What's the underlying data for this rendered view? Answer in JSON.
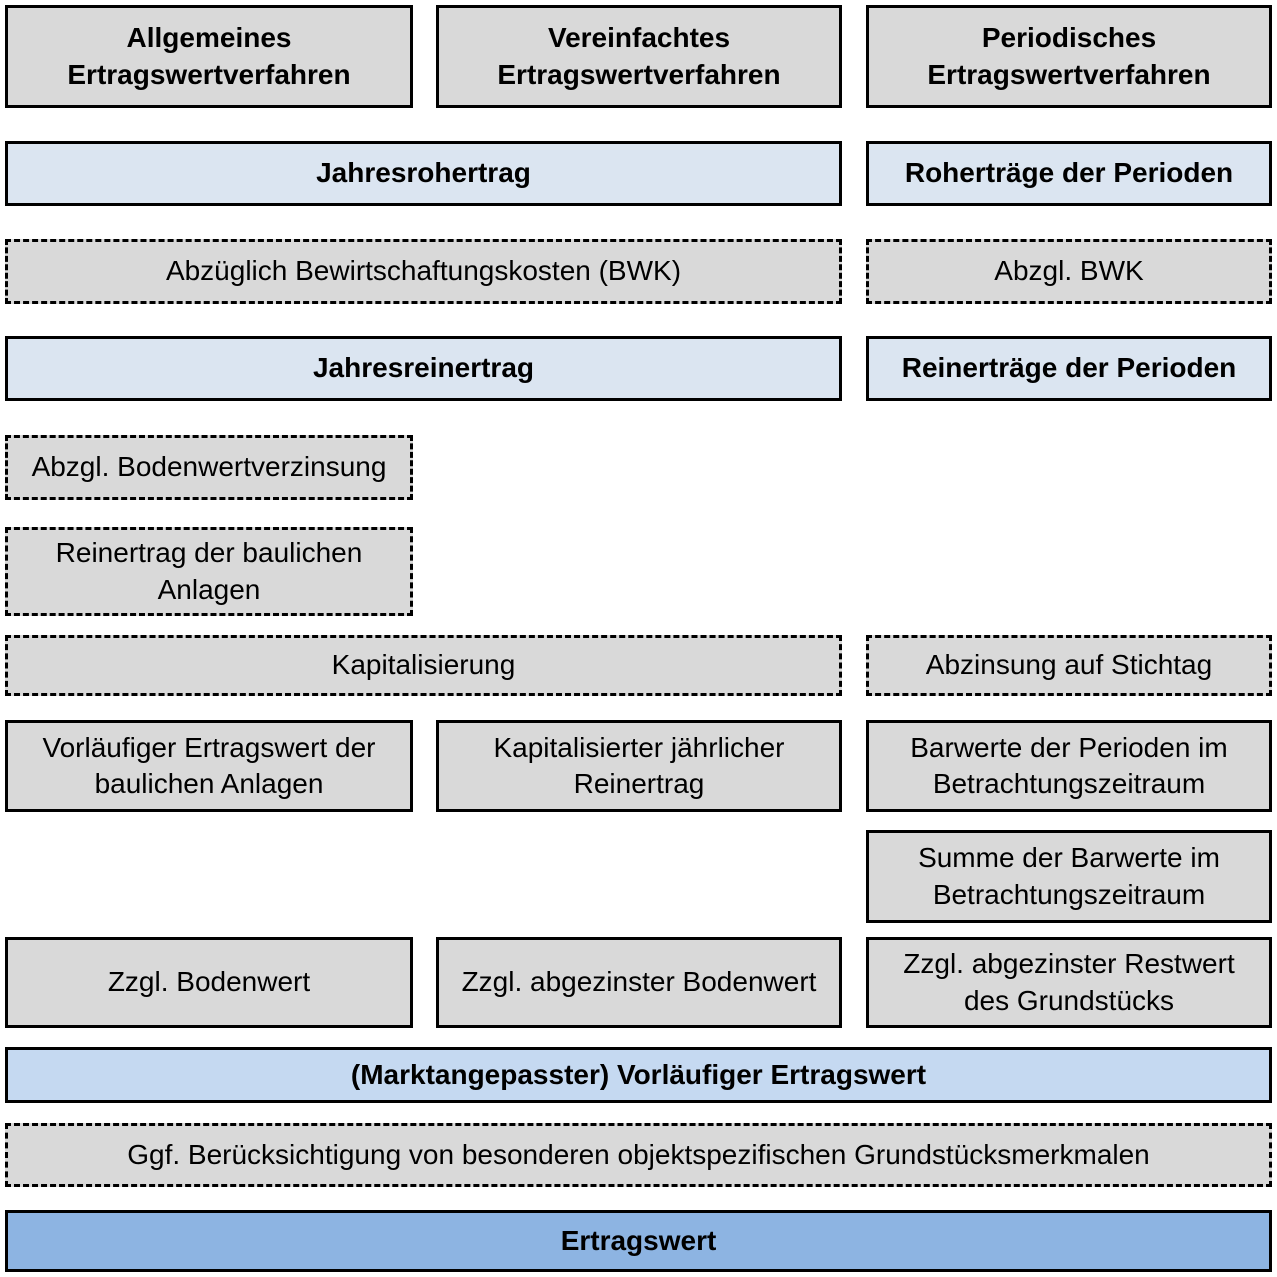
{
  "colors": {
    "box_gray": "#d9d9d9",
    "box_light_blue": "#dbe5f1",
    "box_medium_blue": "#c5d9f1",
    "box_strong_blue": "#8db4e2",
    "border": "#000000",
    "background": "#ffffff"
  },
  "diagram": {
    "headers": [
      {
        "label": "Allgemeines Ertragswertverfahren"
      },
      {
        "label": "Vereinfachtes Ertragswertverfahren"
      },
      {
        "label": "Periodisches Ertragswertverfahren"
      }
    ],
    "boxes": {
      "jahresrohertrag": {
        "label": "Jahresrohertrag"
      },
      "rohertraege_perioden": {
        "label": "Roherträge der Perioden"
      },
      "abzueglich_bwk": {
        "label": "Abzüglich Bewirtschaftungskosten (BWK)"
      },
      "abzgl_bwk": {
        "label": "Abzgl. BWK"
      },
      "jahresreinertrag": {
        "label": "Jahresreinertrag"
      },
      "reinertraege_perioden": {
        "label": "Reinerträge der Perioden"
      },
      "abzgl_bodenwertverzinsung": {
        "label": "Abzgl. Bodenwertverzinsung"
      },
      "reinertrag_bauliche_anlagen": {
        "label": "Reinertrag der baulichen Anlagen"
      },
      "kapitalisierung": {
        "label": "Kapitalisierung"
      },
      "abzinsung_stichtag": {
        "label": "Abzinsung auf Stichtag"
      },
      "vorlaeufiger_ertragswert_bauliche_anlagen": {
        "label": "Vorläufiger Ertragswert der baulichen Anlagen"
      },
      "kapitalisierter_jaehrlicher_reinertrag": {
        "label": "Kapitalisierter jährlicher Reinertrag"
      },
      "barwerte_perioden": {
        "label": "Barwerte der Perioden im Betrachtungszeitraum"
      },
      "summe_barwerte": {
        "label": "Summe der Barwerte im Betrachtungszeitraum"
      },
      "zzgl_bodenwert": {
        "label": "Zzgl. Bodenwert"
      },
      "zzgl_abgezinster_bodenwert": {
        "label": "Zzgl. abgezinster Bodenwert"
      },
      "zzgl_abgezinster_restwert": {
        "label": "Zzgl. abgezinster Restwert des Grundstücks"
      },
      "marktangepasster_vorlaeufiger_ertragswert": {
        "label": "(Marktangepasster) Vorläufiger Ertragswert"
      },
      "ggf_besondere_merkmale": {
        "label": "Ggf. Berücksichtigung von besonderen objektspezifischen Grundstücksmerkmalen"
      },
      "ertragswert": {
        "label": "Ertragswert"
      }
    }
  }
}
